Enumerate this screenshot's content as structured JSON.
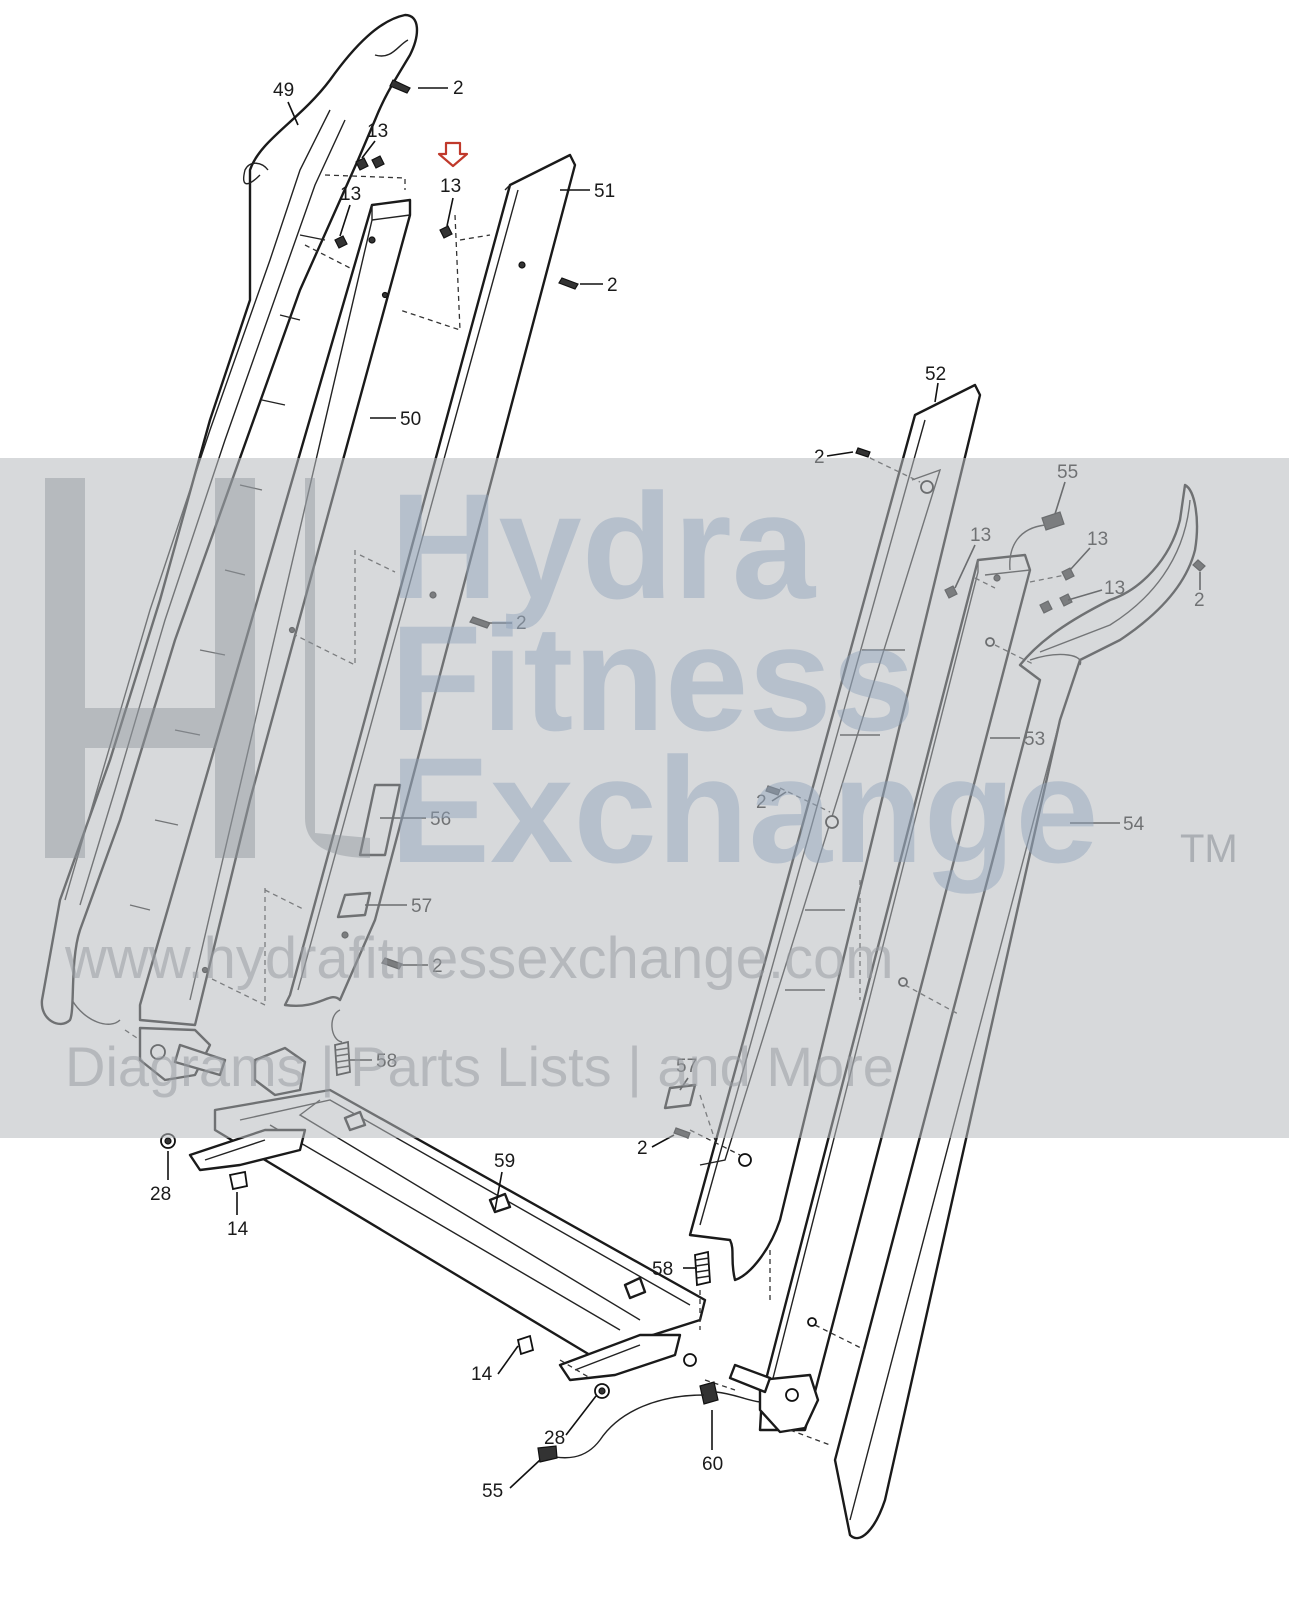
{
  "callouts": {
    "c49": "49",
    "c2a": "2",
    "c13a": "13",
    "c13b": "13",
    "c13c": "13",
    "c51": "51",
    "c2b": "2",
    "c50": "50",
    "c2c": "2",
    "c56": "56",
    "c57a": "57",
    "c2d": "2",
    "c58a": "58",
    "c52": "52",
    "c2e": "2",
    "c55a": "55",
    "c13d": "13",
    "c13e": "13",
    "c13f": "13",
    "c2f": "2",
    "c53": "53",
    "c2g": "2",
    "c54": "54",
    "c57b": "57",
    "c2h": "2",
    "c59": "59",
    "c28a": "28",
    "c14a": "14",
    "c58b": "58",
    "c14b": "14",
    "c28b": "28",
    "c60": "60",
    "c55b": "55"
  },
  "highlight": {
    "color": "#c0392b",
    "icon": "arrow-down-outline-icon"
  },
  "watermark": {
    "line1": "Hydra",
    "line2": "Fitness",
    "line3": "Exchange",
    "tm": "TM",
    "url": "www.hydrafitnessexchange.com",
    "tagline": "Diagrams | Parts Lists | and More"
  }
}
